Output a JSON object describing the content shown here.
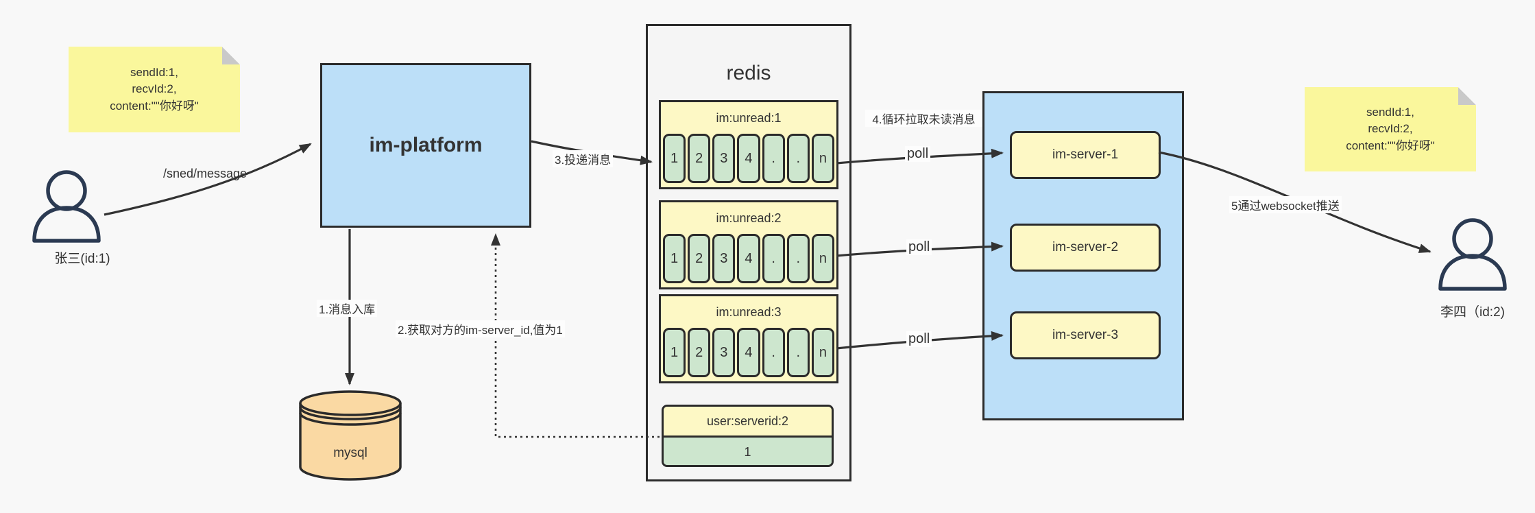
{
  "notes": {
    "sender": {
      "lines": [
        "sendId:1,",
        "recvId:2,",
        "content:\"\"你好呀\""
      ]
    },
    "receiver": {
      "lines": [
        "sendId:1,",
        "recvId:2,",
        "content:\"\"你好呀\""
      ]
    }
  },
  "actors": {
    "sender": {
      "label": "张三(id:1)"
    },
    "receiver": {
      "label": "李四（id:2)"
    }
  },
  "platform": {
    "label": "im-platform"
  },
  "database": {
    "label": "mysql"
  },
  "redis": {
    "title": "redis",
    "queues": [
      {
        "header": "im:unread:1",
        "cells": [
          "1",
          "2",
          "3",
          "4",
          ".",
          ".",
          "n"
        ]
      },
      {
        "header": "im:unread:2",
        "cells": [
          "1",
          "2",
          "3",
          "4",
          ".",
          ".",
          "n"
        ]
      },
      {
        "header": "im:unread:3",
        "cells": [
          "1",
          "2",
          "3",
          "4",
          ".",
          ".",
          "n"
        ]
      }
    ],
    "kv": {
      "header": "user:serverid:2",
      "value": "1"
    }
  },
  "servers": {
    "items": [
      {
        "label": "im-server-1"
      },
      {
        "label": "im-server-2"
      },
      {
        "label": "im-server-3"
      }
    ]
  },
  "edges": {
    "send": "/sned/message",
    "step1": "1.消息入库",
    "step2": "2.获取对方的im-server_id,值为1",
    "step3": "3.投递消息",
    "step4": "4.循环拉取未读消息",
    "poll": "poll",
    "step5": "5通过websocket推送"
  },
  "colors": {
    "background": "#f8f8f8",
    "note_yellow": "#faf79c",
    "box_blue": "#bcdff8",
    "pale_yellow": "#fdf8c5",
    "cell_green": "#cde6ce",
    "db_tan": "#fad9a3",
    "line": "#333333",
    "border": "#2b2b2b"
  }
}
